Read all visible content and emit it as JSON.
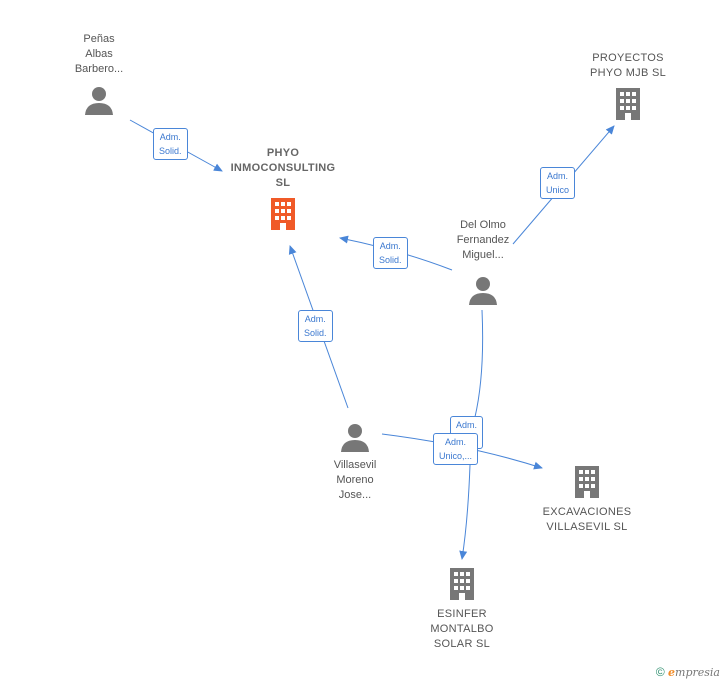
{
  "nodes": {
    "focus_company": {
      "label": "PHYO\nINMOCONSULTING\nSL",
      "icon": "building-icon",
      "color": "#f05a28"
    },
    "proyectos": {
      "label": "PROYECTOS\nPHYO MJB  SL",
      "icon": "building-icon",
      "color": "#777777"
    },
    "excavaciones": {
      "label": "EXCAVACIONES\nVILLASEVIL  SL",
      "icon": "building-icon",
      "color": "#777777"
    },
    "esinfer": {
      "label": "ESINFER\nMONTALBO\nSOLAR SL",
      "icon": "building-icon",
      "color": "#777777"
    },
    "penas": {
      "label": "Peñas\nAlbas\nBarbero...",
      "icon": "person-icon",
      "color": "#777777"
    },
    "delolmo": {
      "label": "Del Olmo\nFernandez\nMiguel...",
      "icon": "person-icon",
      "color": "#777777"
    },
    "villasevil": {
      "label": "Villasevil\nMoreno\nJose...",
      "icon": "person-icon",
      "color": "#777777"
    }
  },
  "roles": {
    "penas_focus": "Adm.\nSolid.",
    "delolmo_proyectos": "Adm.\nUnico",
    "delolmo_focus": "Adm.\nSolid.",
    "villasevil_focus": "Adm.\nSolid.",
    "delolmo_esinfer": "Adm.",
    "villasevil_multi": "Adm.\nUnico,..."
  },
  "footer": {
    "copyright": "©",
    "brand_initial": "e",
    "brand_rest": "mpresia"
  },
  "colors": {
    "edge": "#4a86d8",
    "accent": "#f05a28",
    "icon": "#777777"
  }
}
